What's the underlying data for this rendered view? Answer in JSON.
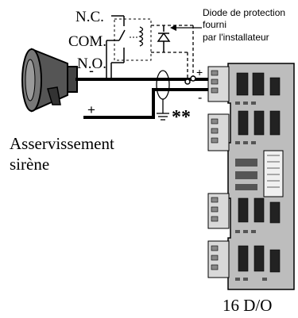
{
  "relay": {
    "nc_label": "N.C.",
    "com_label": "COM.",
    "no_label": "N.O."
  },
  "diode_note": {
    "line1": "Diode de protection",
    "line2": "fourni",
    "line3": "par l'installateur"
  },
  "polarity": {
    "siren_minus": "-",
    "siren_plus": "+",
    "board_plus": "+",
    "board_minus": "-"
  },
  "shield_mark": "**",
  "siren_caption": {
    "line1": "Asservissement",
    "line2": "sirène"
  },
  "board_caption": "16 D/O",
  "colors": {
    "line": "#000000",
    "board": "#bdbdbd",
    "connector": "#d9d9d9"
  }
}
